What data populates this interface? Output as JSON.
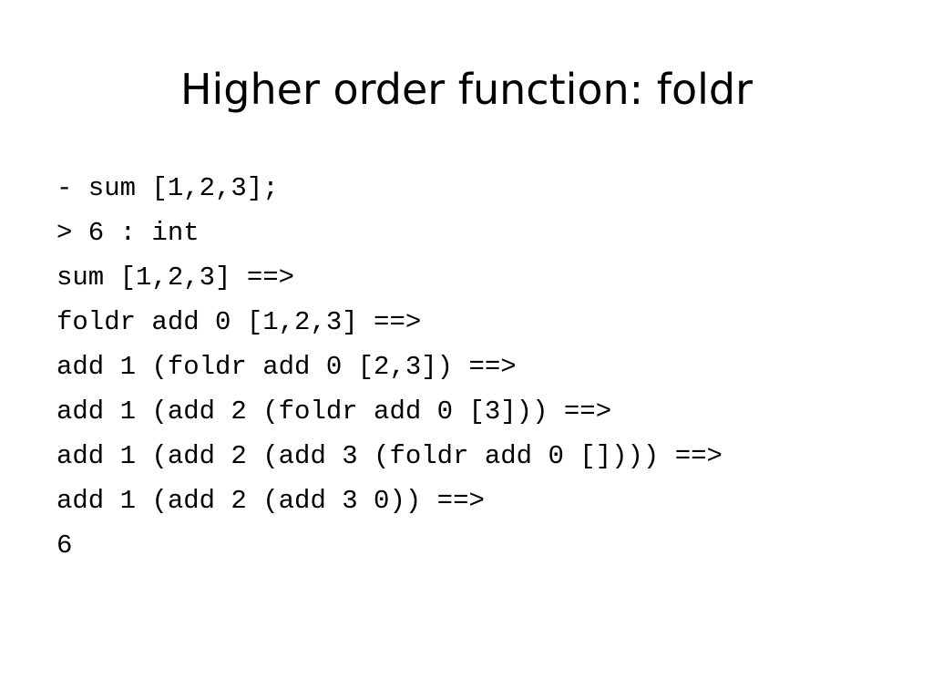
{
  "slide": {
    "title": "Higher order function: foldr",
    "lines": [
      "- sum [1,2,3];",
      "> 6 : int",
      "sum [1,2,3] ==>",
      "foldr add 0 [1,2,3] ==>",
      "add 1 (foldr add 0 [2,3]) ==>",
      "add 1 (add 2 (foldr add 0 [3])) ==>",
      "add 1 (add 2 (add 3 (foldr add 0 []))) ==>",
      "add 1 (add 2 (add 3 0)) ==>",
      "6"
    ]
  }
}
